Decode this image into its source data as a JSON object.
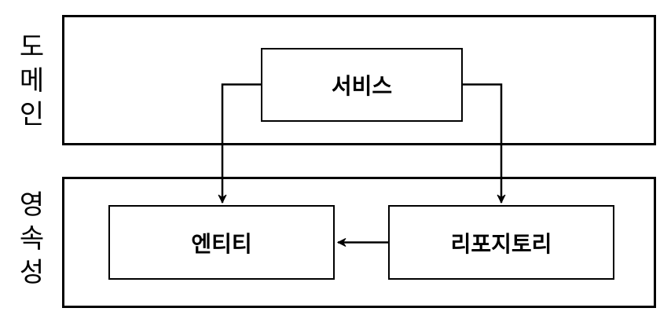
{
  "diagram": {
    "layers": [
      {
        "label": "도메인",
        "boxes": [
          "서비스"
        ]
      },
      {
        "label": "영속성",
        "boxes": [
          "엔티티",
          "리포지토리"
        ]
      }
    ],
    "nodes": {
      "service": "서비스",
      "entity": "엔티티",
      "repository": "리포지토리"
    },
    "arrows": [
      {
        "from": "서비스",
        "to": "엔티티"
      },
      {
        "from": "서비스",
        "to": "리포지토리"
      },
      {
        "from": "리포지토리",
        "to": "엔티티"
      }
    ],
    "colors": {
      "line": "#000000",
      "background": "#ffffff"
    }
  }
}
